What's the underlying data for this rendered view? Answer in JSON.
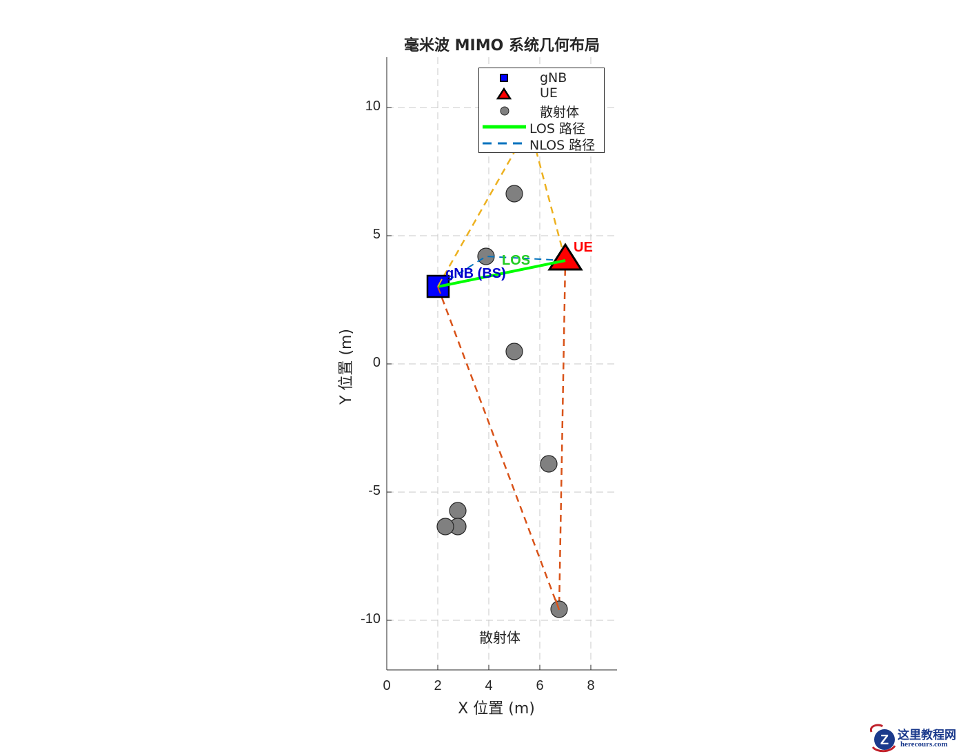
{
  "chart_data": {
    "type": "scatter",
    "title": "毫米波 MIMO 系统几何布局",
    "xlabel": "X 位置 (m)",
    "ylabel": "Y 位置 (m)",
    "xlim": [
      0,
      9
    ],
    "ylim": [
      -12,
      12
    ],
    "xticks": [
      0,
      2,
      4,
      6,
      8
    ],
    "yticks": [
      -10,
      -5,
      0,
      5,
      10
    ],
    "xtick_labels": [
      "0",
      "2",
      "4",
      "6",
      "8"
    ],
    "ytick_labels": [
      "-10",
      "-5",
      "0",
      "5",
      "10"
    ],
    "grid": true,
    "axis_equal": true,
    "legend_position": "north-east (inside)",
    "series": [
      {
        "name": "gNB",
        "type": "marker",
        "marker": "square",
        "color": "#0000ff",
        "edge": "#000000",
        "points": [
          [
            2,
            3
          ]
        ]
      },
      {
        "name": "UE",
        "type": "marker",
        "marker": "triangle",
        "color": "#ff0000",
        "edge": "#000000",
        "points": [
          [
            7,
            4
          ]
        ]
      },
      {
        "name": "散射体",
        "type": "marker",
        "marker": "circle",
        "color": "#808080",
        "edge": "#262626",
        "points": [
          [
            5.0,
            6.65
          ],
          [
            3.9,
            4.2
          ],
          [
            5.0,
            0.5
          ],
          [
            6.35,
            -3.9
          ],
          [
            2.8,
            -5.75
          ],
          [
            2.3,
            -6.35
          ],
          [
            2.8,
            -6.35
          ],
          [
            6.75,
            -9.6
          ]
        ]
      },
      {
        "name": "LOS 路径",
        "type": "line",
        "style": "solid",
        "color": "#00ff00",
        "points": [
          [
            2,
            3
          ],
          [
            7,
            4
          ]
        ]
      },
      {
        "name": "NLOS 路径",
        "type": "line",
        "style": "dashed",
        "color": "#0072bd",
        "points": [
          [
            2,
            3
          ],
          [
            3.9,
            4.2
          ],
          [
            7,
            4
          ]
        ]
      },
      {
        "name": "NLOS 路径 (hidden scatterer)",
        "type": "line",
        "style": "dashed",
        "color": "#edb120",
        "points": [
          [
            2,
            3
          ],
          [
            5.6,
            9.3
          ],
          [
            7,
            4
          ]
        ],
        "legend": false
      },
      {
        "name": "NLOS 路径 (far scatterer)",
        "type": "line",
        "style": "dashed",
        "color": "#d95319",
        "points": [
          [
            2,
            3
          ],
          [
            6.75,
            -9.6
          ],
          [
            7,
            4
          ]
        ],
        "legend": false
      }
    ],
    "annotations": [
      {
        "text": "gNB (BS)",
        "x": 2.3,
        "y": 3.5,
        "color": "#0000cd",
        "bold": true
      },
      {
        "text": "UE",
        "x": 7.3,
        "y": 4.5,
        "color": "#ff0000",
        "bold": true
      },
      {
        "text": "LOS",
        "x": 4.5,
        "y": 4.0,
        "color": "#00cc33",
        "bold": true
      },
      {
        "text": "散射体",
        "x": 3.6,
        "y": -10.6,
        "color": "#262626",
        "bold": false
      }
    ]
  },
  "plot": {
    "title": "毫米波 MIMO 系统几何布局",
    "xlabel": "X 位置 (m)",
    "ylabel": "Y 位置 (m)",
    "xticks": [
      "0",
      "2",
      "4",
      "6",
      "8"
    ],
    "yticks": [
      "10",
      "5",
      "0",
      "-5",
      "-10"
    ]
  },
  "legend": {
    "items": [
      {
        "label": "gNB",
        "icon": "blue-square-marker"
      },
      {
        "label": "UE",
        "icon": "red-triangle-marker"
      },
      {
        "label": "散射体",
        "icon": "gray-circle-marker"
      },
      {
        "label": "LOS 路径",
        "icon": "green-solid-line"
      },
      {
        "label": "NLOS 路径",
        "icon": "blue-dashed-line"
      }
    ]
  },
  "annotations": {
    "gnb": "gNB (BS)",
    "ue": "UE",
    "los": "LOS",
    "scatterer": "散射体"
  },
  "colors": {
    "gnb": "#0000ff",
    "ue": "#ff0000",
    "scatterer": "#808080",
    "los": "#00ff00",
    "nlos_blue": "#0072bd",
    "nlos_yellow": "#edb120",
    "nlos_orange": "#d95319",
    "grid": "#c8c8c8",
    "axis": "#262626"
  },
  "watermark": {
    "text_cn": "这里教程网",
    "text_en": "herecours.com"
  }
}
